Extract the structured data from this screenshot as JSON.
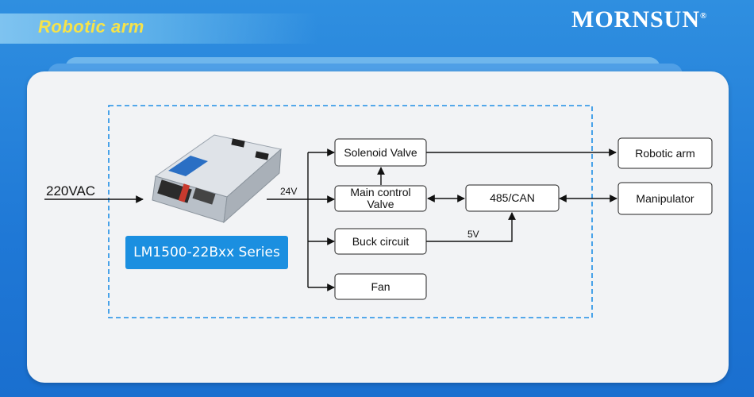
{
  "header": {
    "title": "Robotic arm",
    "brand": "MORNSUN",
    "brand_mark": "®"
  },
  "product": {
    "series_label": "LM1500-22Bxx Series",
    "image": "power-supply-unit"
  },
  "diagram": {
    "input_label": "220VAC",
    "output_voltage": "24V",
    "nodes": {
      "solenoid": "Solenoid Valve",
      "main_control_1": "Main control",
      "main_control_2": "Valve",
      "buck": "Buck circuit",
      "fan": "Fan",
      "bus": "485/CAN",
      "robotic_arm": "Robotic arm",
      "manipulator": "Manipulator"
    },
    "buck_output": "5V"
  },
  "colors": {
    "accent": "#1b8fe0",
    "title_yellow": "#f6e34a",
    "dashed_border": "#1f8fe6"
  }
}
